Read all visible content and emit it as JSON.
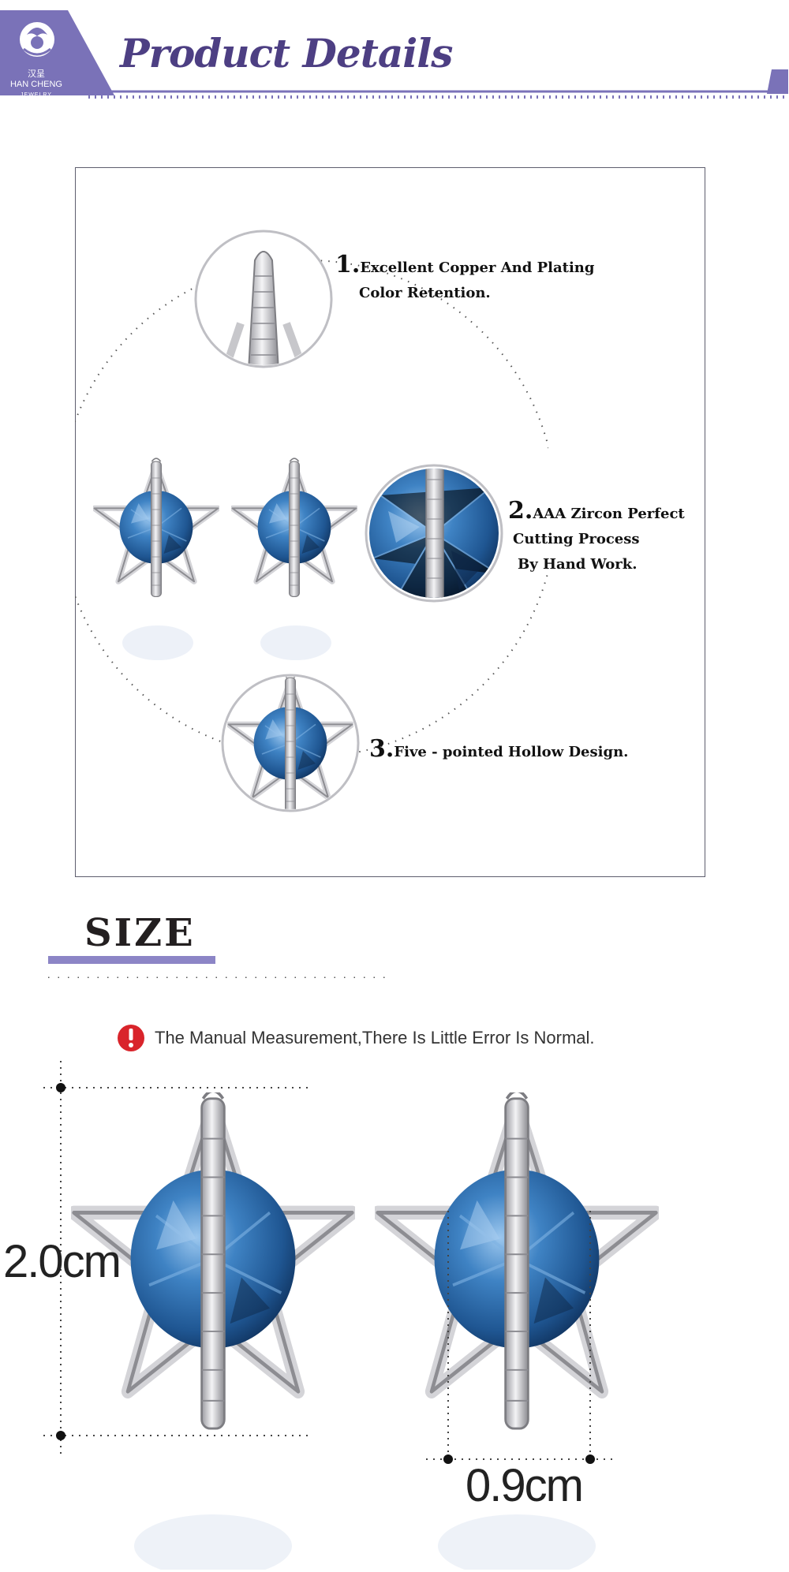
{
  "header": {
    "logo_cn": "汉呈",
    "logo_name": "HAN CHENG",
    "logo_sub": "JEWELRY",
    "title": "Product Details",
    "colors": {
      "accent": "#7a72b8",
      "title": "#4d3f83"
    }
  },
  "features": [
    {
      "num": "1.",
      "lines": [
        "Excellent Copper And Plating",
        "Color Retention."
      ]
    },
    {
      "num": "2.",
      "lines": [
        "AAA Zircon Perfect",
        "Cutting Process",
        "By Hand Work."
      ]
    },
    {
      "num": "3.",
      "lines": [
        "Five - pointed Hollow Design."
      ]
    }
  ],
  "size": {
    "title": "SIZE",
    "note": "The Manual Measurement,There Is Little Error Is Normal.",
    "warning_icon": "exclamation-icon",
    "height_label": "2.0cm",
    "width_label": "0.9cm"
  },
  "colors": {
    "gem": "#2f6fb0",
    "silver": "#c9c9cc",
    "bar": "#8c85c6",
    "warning": "#d9242b"
  }
}
